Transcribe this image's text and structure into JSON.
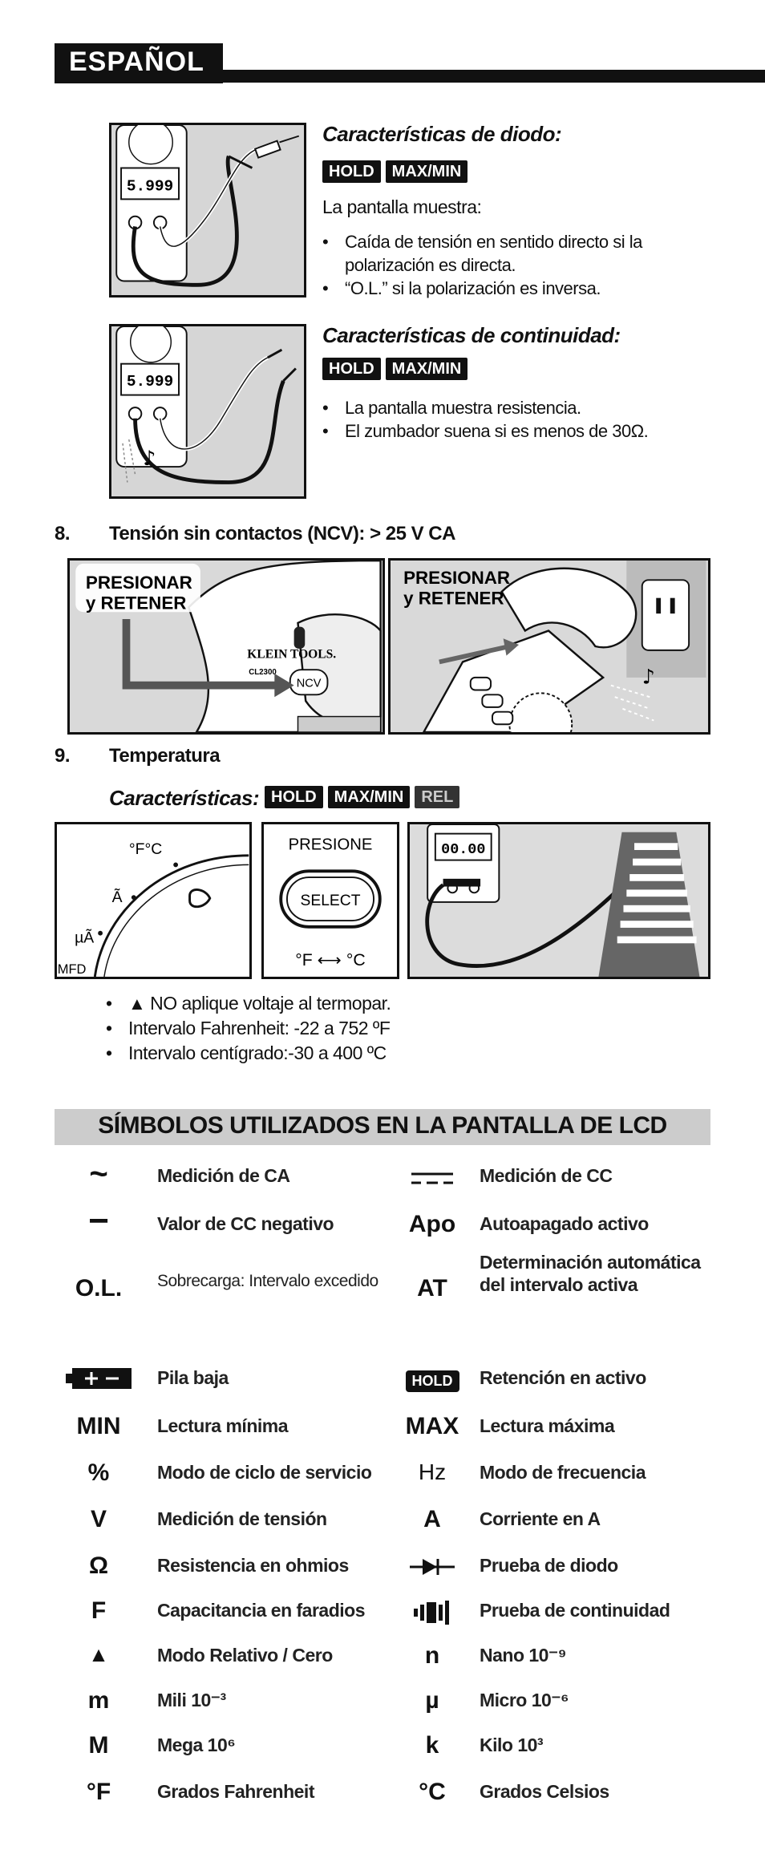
{
  "header": {
    "language": "ESPAÑOL"
  },
  "diode": {
    "title": "Características de diodo:",
    "badges": [
      "HOLD",
      "MAX/MIN"
    ],
    "screen_label": "La pantalla muestra:",
    "bullets": [
      "Caída de tensión en sentido directo si la polarización es directa.",
      "“O.L.” si la polarización es inversa."
    ],
    "lcd_reading": "5.999"
  },
  "continuity": {
    "title": "Características de continuidad:",
    "badges": [
      "HOLD",
      "MAX/MIN"
    ],
    "bullets": [
      "La pantalla muestra resistencia.",
      "El zumbador suena si es menos de 30Ω."
    ],
    "lcd_reading": "5.999"
  },
  "ncv": {
    "number": "8.",
    "title": "Tensión sin contactos (NCV): > 25 V CA",
    "press_label_1": "PRESIONAR y RETENER",
    "press_label_2": "PRESIONAR y RETENER",
    "brand": "KLEIN TOOLS.",
    "model": "CL2300",
    "button": "NCV"
  },
  "temperature": {
    "number": "9.",
    "title": "Temperatura",
    "features_label": "Características:",
    "badges": [
      "HOLD",
      "MAX/MIN",
      "REL"
    ],
    "dial_labels": [
      "°F°C",
      "Ã",
      "µÃ",
      "MFD"
    ],
    "press_label": "PRESIONE",
    "select_button": "SELECT",
    "unit_switch": "°F ⟷ °C",
    "lcd_reading": "00.00",
    "bullets": [
      "NO aplique voltaje al termopar.",
      "Intervalo Fahrenheit: -22 a 752 ºF",
      "Intervalo centígrado:-30 a 400 ºC"
    ]
  },
  "lcd_symbols": {
    "title": "SÍMBOLOS UTILIZADOS EN LA PANTALLA DE LCD",
    "rows": [
      {
        "left_sym": "~",
        "left_desc": "Medición de CA",
        "right_sym": "dc-icon",
        "right_desc": "Medición de CC"
      },
      {
        "left_sym": "−",
        "left_desc": "Valor de CC negativo",
        "right_sym": "Apo",
        "right_desc": "Autoapagado activo"
      },
      {
        "left_sym": "O.L.",
        "left_desc": "Sobrecarga: Intervalo excedido",
        "right_sym": "AT",
        "right_desc": "Determinación automática del intervalo activa"
      },
      {
        "left_sym": "battery-icon",
        "left_desc": "Pila baja",
        "right_sym": "HOLD",
        "right_desc": "Retención en activo"
      },
      {
        "left_sym": "MIN",
        "left_desc": "Lectura mínima",
        "right_sym": "MAX",
        "right_desc": "Lectura máxima"
      },
      {
        "left_sym": "%",
        "left_desc": "Modo de ciclo de servicio",
        "right_sym": "Hz",
        "right_desc": "Modo de frecuencia"
      },
      {
        "left_sym": "V",
        "left_desc": "Medición de tensión",
        "right_sym": "A",
        "right_desc": "Corriente en A"
      },
      {
        "left_sym": "Ω",
        "left_desc": "Resistencia en ohmios",
        "right_sym": "diode-icon",
        "right_desc": "Prueba de diodo"
      },
      {
        "left_sym": "F",
        "left_desc": "Capacitancia en faradios",
        "right_sym": "continuity-icon",
        "right_desc": "Prueba de continuidad"
      },
      {
        "left_sym": "▲",
        "left_desc": "Modo Relativo / Cero",
        "right_sym": "n",
        "right_desc": "Nano 10⁻⁹"
      },
      {
        "left_sym": "m",
        "left_desc": "Mili 10⁻³",
        "right_sym": "µ",
        "right_desc": "Micro 10⁻⁶"
      },
      {
        "left_sym": "M",
        "left_desc": "Mega 10⁶",
        "right_sym": "k",
        "right_desc": "Kilo 10³"
      },
      {
        "left_sym": "°F",
        "left_desc": "Grados Fahrenheit",
        "right_sym": "°C",
        "right_desc": "Grados Celsios"
      }
    ]
  }
}
